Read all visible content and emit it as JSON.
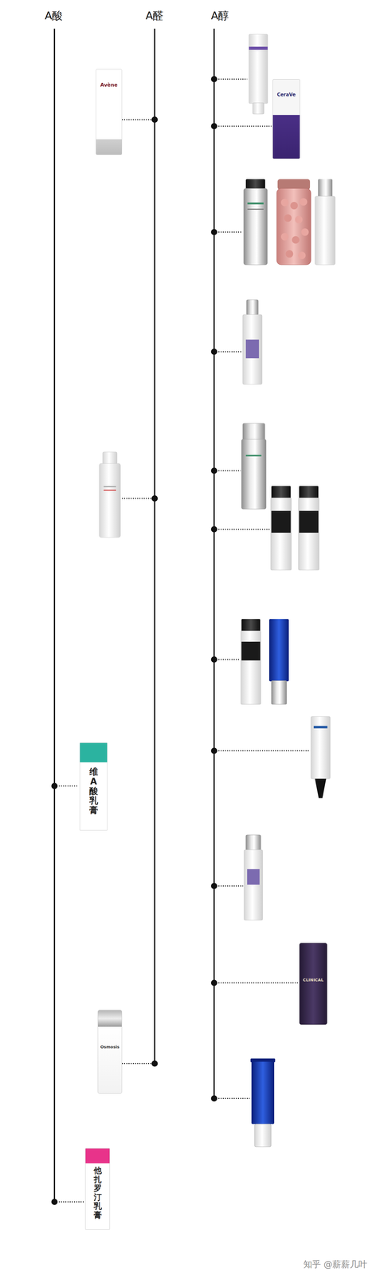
{
  "diagram": {
    "nodes": [
      {
        "text": [
          "Avène"
        ]
      },
      {
        "text": [
          "CeraVe"
        ]
      },
      {
        "text": [
          "维A酸乳膏"
        ]
      },
      {
        "text": [
          "CLINICAL"
        ]
      },
      {
        "text": [
          "Osmosis"
        ]
      },
      {
        "text": [
          "他扎罗汀乳膏"
        ]
      }
    ],
    "labels": [
      "A酸",
      "A醛",
      "A醇",
      "知乎 @薪薪几叶"
    ]
  }
}
